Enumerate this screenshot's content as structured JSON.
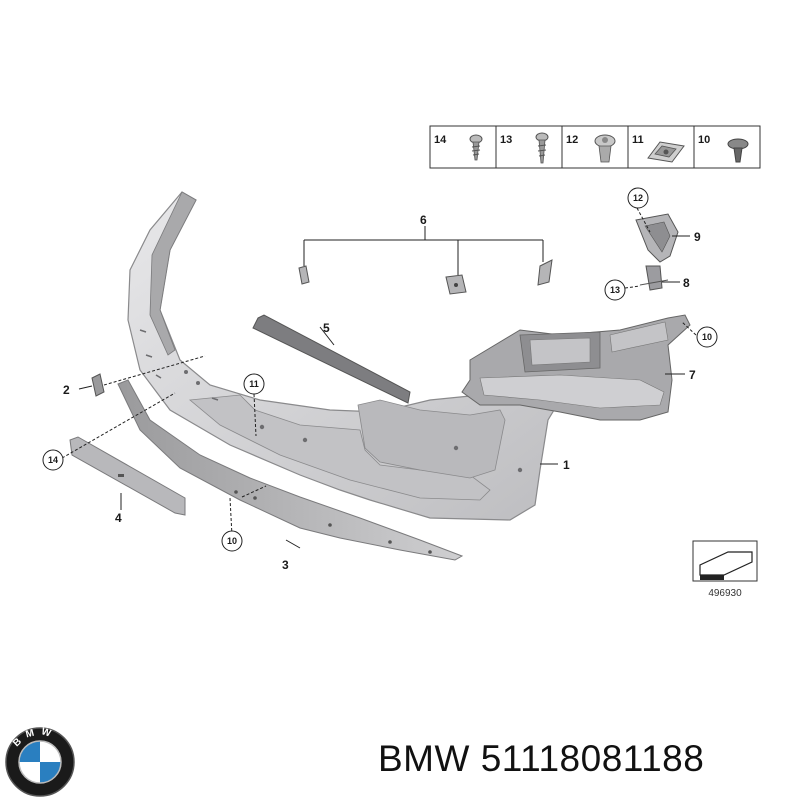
{
  "parts_header": [
    {
      "no": "14",
      "icon": "tapping-screw-icon"
    },
    {
      "no": "13",
      "icon": "screw-icon"
    },
    {
      "no": "12",
      "icon": "collar-screw-icon"
    },
    {
      "no": "11",
      "icon": "clip-nut-icon"
    },
    {
      "no": "10",
      "icon": "expanding-rivet-icon"
    }
  ],
  "callouts": {
    "p1": "1",
    "p2": "2",
    "p3": "3",
    "p4": "4",
    "p5": "5",
    "p6": "6",
    "p7": "7",
    "p8": "8",
    "p9": "9",
    "c10a": "10",
    "c10b": "10",
    "c11": "11",
    "c12": "12",
    "c13": "13",
    "c14": "14"
  },
  "reference_number": "496930",
  "caption": {
    "brand": "BMW",
    "part_number": "51118081188"
  },
  "logo_letters": "BMW",
  "colors": {
    "bumper_fill": "#d7d7d9",
    "bumper_stroke": "#8a8a8c",
    "line": "#222222",
    "logo_blue": "#2a7fc0"
  }
}
